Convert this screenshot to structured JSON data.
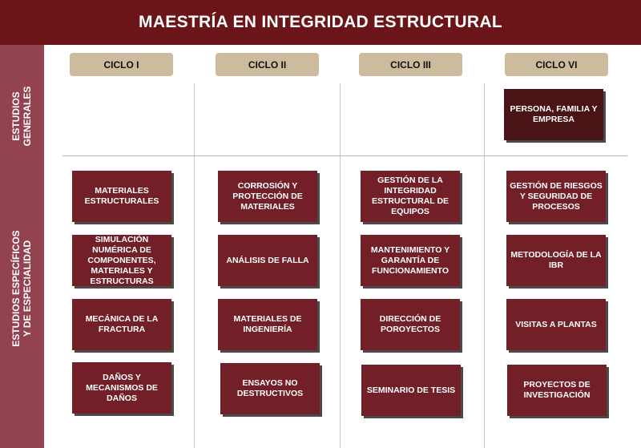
{
  "header": {
    "title": "MAESTRÍA EN INTEGRIDAD ESTRUCTURAL"
  },
  "sidebar": {
    "general": [
      "ESTUDIOS",
      "GENERALES"
    ],
    "specific": [
      "ESTUDIOS ESPECÍFICOS",
      "Y DE ESPECIALIDAD"
    ]
  },
  "cycles": [
    "CICLO I",
    "CICLO II",
    "CICLO III",
    "CICLO VI"
  ],
  "general_courses": {
    "ciclo_vi": "PERSONA, FAMILIA Y EMPRESA"
  },
  "courses": {
    "ciclo_i": [
      "MATERIALES ESTRUCTURALES",
      "SIMULACIÓN NUMÉRICA DE COMPONENTES, MATERIALES Y ESTRUCTURAS",
      "MECÁNICA DE LA FRACTURA",
      "DAÑOS Y MECANISMOS DE DAÑOS"
    ],
    "ciclo_ii": [
      "CORROSIÓN Y PROTECCIÓN DE MATERIALES",
      "ANÁLISIS DE FALLA",
      "MATERIALES DE INGENIERÍA",
      "ENSAYOS NO DESTRUCTIVOS"
    ],
    "ciclo_iii": [
      "GESTIÓN DE LA INTEGRIDAD ESTRUCTURAL DE EQUIPOS",
      "MANTENIMIENTO Y GARANTÍA DE FUNCIONAMIENTO",
      "DIRECCIÓN DE POROYECTOS",
      "SEMINARIO DE TESIS"
    ],
    "ciclo_vi": [
      "GESTIÓN DE RIESGOS Y SEGURIDAD DE PROCESOS",
      "METODOLOGÍA DE LA IBR",
      "VISITAS A PLANTAS",
      "PROYECTOS DE INVESTIGACIÓN"
    ]
  }
}
